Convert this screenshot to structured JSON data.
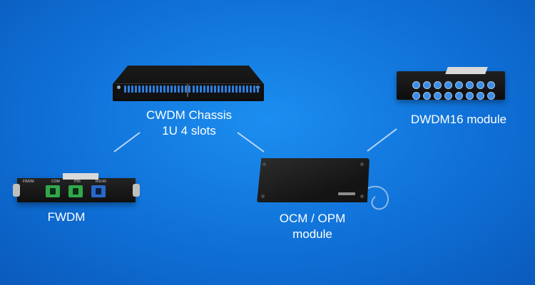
{
  "products": [
    {
      "name": "cwdm-chassis",
      "lines": [
        "CWDM  Chassis",
        "1U  4  slots"
      ]
    },
    {
      "name": "dwdm16-module",
      "lines": [
        "DWDM16  module"
      ]
    },
    {
      "name": "fwdm",
      "lines": [
        "FWDM"
      ]
    },
    {
      "name": "ocm-opm-module",
      "lines": [
        "OCM  /  OPM",
        "module"
      ]
    }
  ],
  "fwdm_port_labels": [
    "FWDM",
    "COM",
    "P55",
    "R3149"
  ],
  "colors": {
    "background": "#0f6fd6",
    "connector_line": "#bcd8f5",
    "text": "#ffffff",
    "port_green": "#2fa84a",
    "port_blue": "#2a68c9"
  }
}
